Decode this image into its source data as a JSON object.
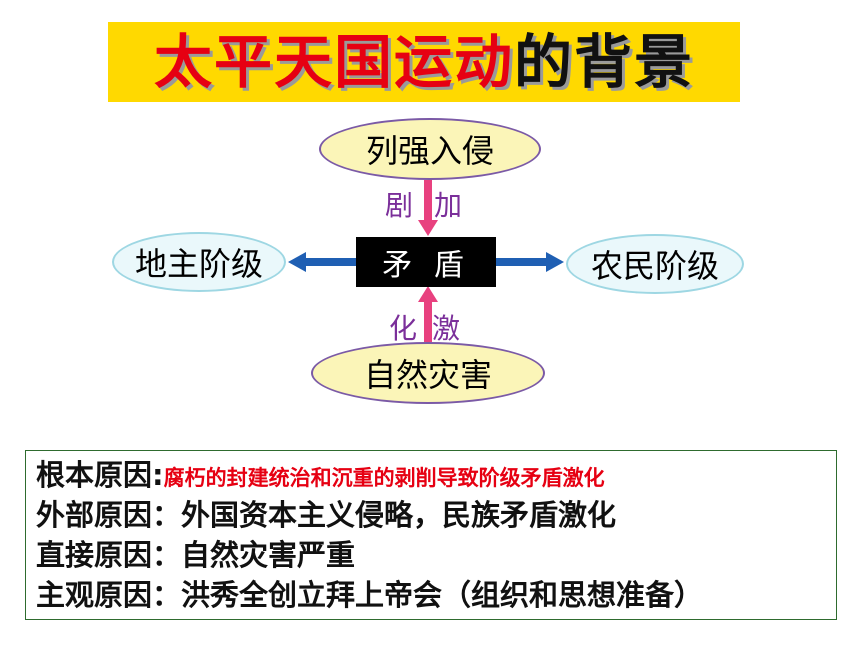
{
  "title": {
    "part1": "太平天国运动",
    "part2": "的背景"
  },
  "diagram": {
    "top_node": "列强入侵",
    "top_arrow_label_a": "剧",
    "top_arrow_label_b": "加",
    "center_node": "矛 盾",
    "left_node": "地主阶级",
    "right_node": "农民阶级",
    "bottom_arrow_label_a": "化",
    "bottom_arrow_label_b": "激",
    "bottom_node": "自然灾害",
    "colors": {
      "pink_arrow": "#e8417f",
      "blue_arrow": "#1f5fb3",
      "ellipse_purple_border": "#7b5aa6",
      "ellipse_teal_border": "#9ed7e3"
    }
  },
  "causes": [
    {
      "label": "根本原因:",
      "value": "腐朽的封建统治和沉重的剥削导致阶级矛盾激化"
    },
    {
      "label": "外部原因：",
      "value": "外国资本主义侵略，民族矛盾激化"
    },
    {
      "label": "直接原因：",
      "value": "自然灾害严重"
    },
    {
      "label": "主观原因：",
      "value": "洪秀全创立拜上帝会（组织和思想准备）"
    }
  ]
}
